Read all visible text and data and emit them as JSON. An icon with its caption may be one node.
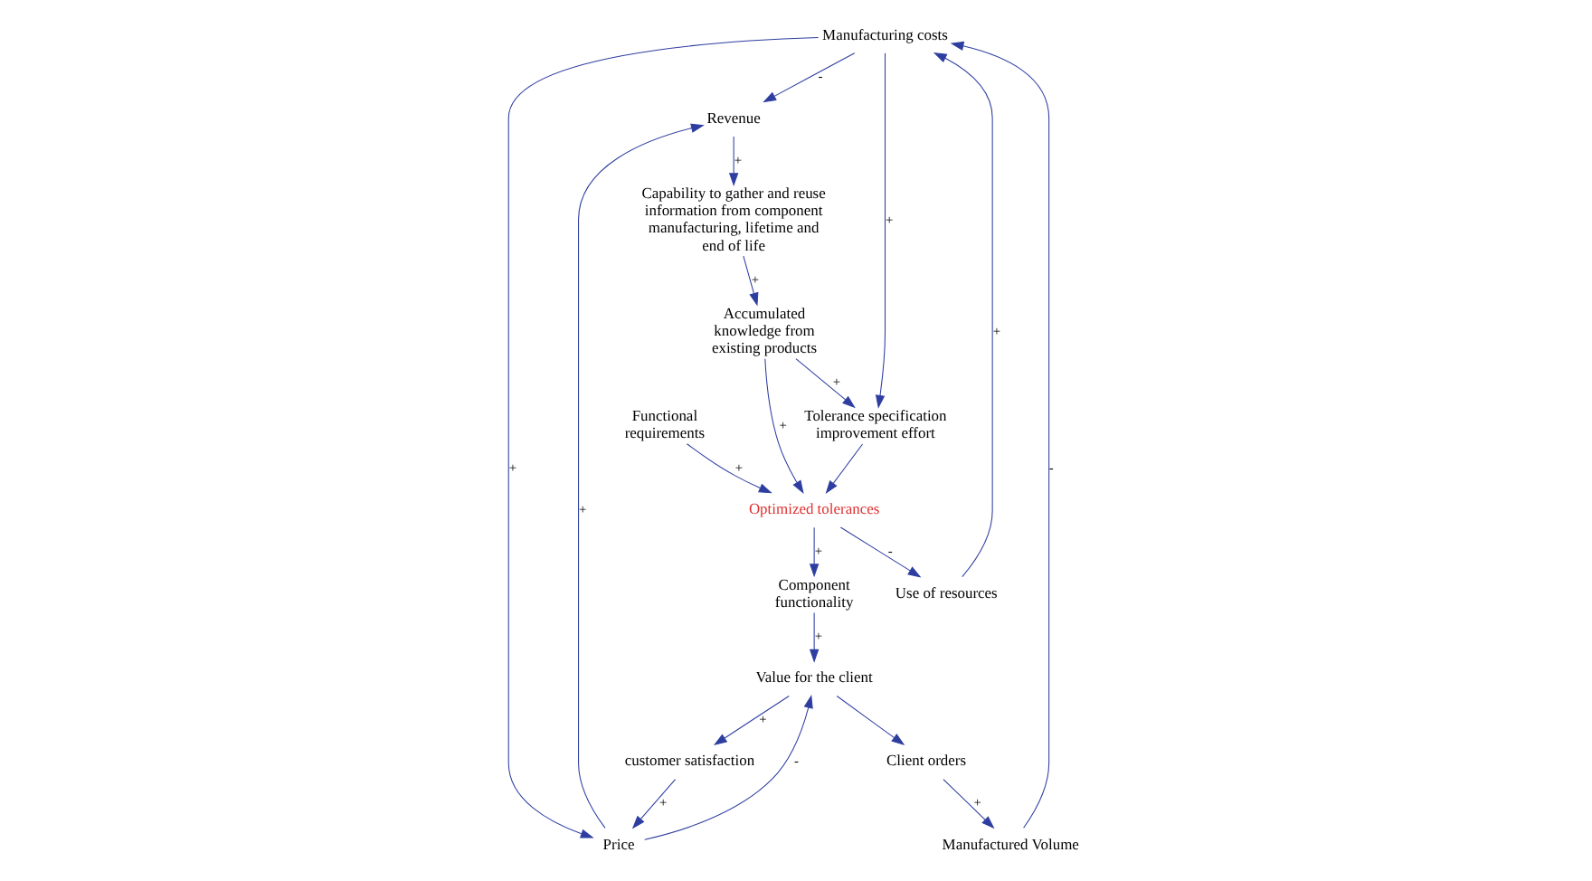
{
  "diagram": {
    "nodes": [
      {
        "text": [
          "Manufacturing costs"
        ]
      },
      {
        "text": [
          "Revenue"
        ]
      },
      {
        "text": [
          "Price"
        ]
      },
      {
        "text": [
          "customer satisfaction"
        ]
      },
      {
        "text": [
          "Manufactured Volume"
        ]
      },
      {
        "text": [
          "Value for the client"
        ]
      },
      {
        "text": [
          "Use of resources"
        ]
      },
      {
        "text": [
          "Client orders"
        ]
      },
      {
        "text": [
          "Component functionality"
        ]
      },
      {
        "text": [
          "Optimized tolerances"
        ]
      },
      {
        "text": [
          "Tolerance specification improvement effort"
        ]
      },
      {
        "text": [
          "Capability to gather and reuse information from component manufacturing, lifetime and end of life"
        ]
      },
      {
        "text": [
          "Accumulated knowledge from existing products"
        ]
      },
      {
        "text": [
          "Functional requirements"
        ]
      }
    ],
    "edges": [
      {
        "from": 0,
        "to": 1,
        "arrow": "to",
        "label": "-"
      },
      {
        "from": 0,
        "to": 2,
        "arrow": "to",
        "label": "+"
      },
      {
        "from": 2,
        "to": 1,
        "arrow": "to",
        "label": "+"
      },
      {
        "from": 3,
        "to": 2,
        "arrow": "to",
        "label": "+"
      },
      {
        "from": 2,
        "to": 5,
        "arrow": "to",
        "label": "-"
      },
      {
        "from": 5,
        "to": 3,
        "arrow": "to",
        "label": "+"
      },
      {
        "from": 5,
        "to": 7,
        "arrow": "to"
      },
      {
        "from": 7,
        "to": 4,
        "arrow": "to",
        "label": "+"
      },
      {
        "from": 4,
        "to": 0,
        "arrow": "to",
        "label": "-"
      },
      {
        "from": 6,
        "to": 0,
        "arrow": "to",
        "label": "+"
      },
      {
        "from": 0,
        "to": 10,
        "arrow": "to",
        "label": "+"
      },
      {
        "from": 9,
        "to": 6,
        "arrow": "to",
        "label": "-"
      },
      {
        "from": 9,
        "to": 8,
        "arrow": "to",
        "label": "+"
      },
      {
        "from": 8,
        "to": 5,
        "arrow": "to",
        "label": "+"
      },
      {
        "from": 10,
        "to": 9,
        "arrow": "to"
      },
      {
        "from": 12,
        "to": 9,
        "arrow": "to",
        "label": "+"
      },
      {
        "from": 13,
        "to": 9,
        "arrow": "to",
        "label": "+"
      },
      {
        "from": 1,
        "to": 11,
        "arrow": "to",
        "label": "+"
      },
      {
        "from": 11,
        "to": 12,
        "arrow": "to",
        "label": "+"
      },
      {
        "from": 12,
        "to": 10,
        "arrow": "to",
        "label": "+"
      }
    ]
  }
}
